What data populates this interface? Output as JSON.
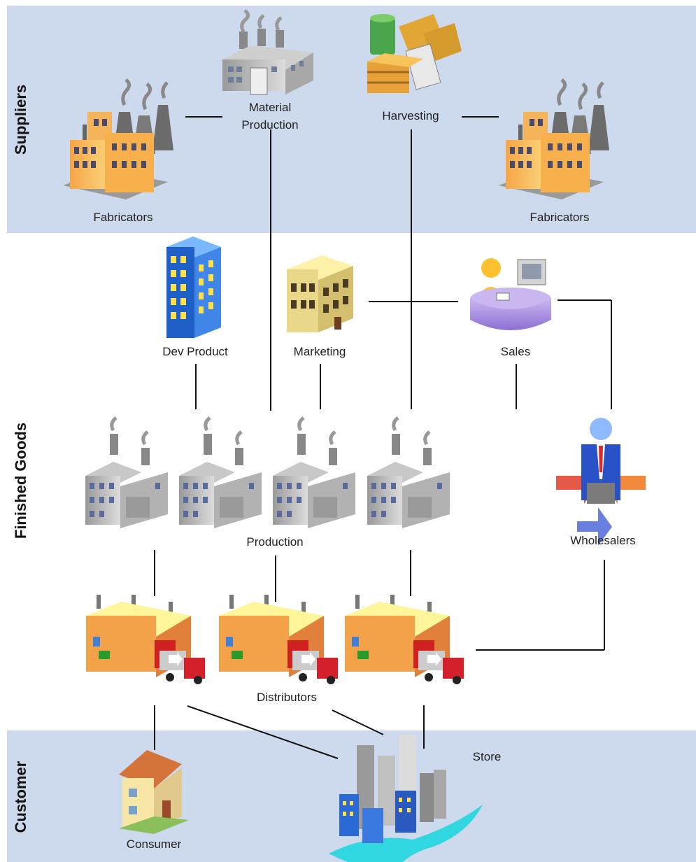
{
  "sections": {
    "suppliers": "Suppliers",
    "finished_goods": "Finished Goods",
    "customer": "Customer"
  },
  "nodes": {
    "fabricators_left": "Fabricators",
    "material_production_1": "Material",
    "material_production_2": "Production",
    "harvesting": "Harvesting",
    "fabricators_right": "Fabricators",
    "dev_product": "Dev Product",
    "marketing": "Marketing",
    "sales": "Sales",
    "production": "Production",
    "wholesalers": "Wholesalers",
    "distributors": "Distributors",
    "store": "Store",
    "consumer": "Consumer"
  },
  "icons": {
    "fabricators": "factory-complex-icon",
    "material_production": "industrial-plant-icon",
    "harvesting": "raw-materials-icon",
    "dev_product": "office-tower-icon",
    "marketing": "office-building-icon",
    "sales": "sales-desk-icon",
    "production": "factory-icon",
    "wholesalers": "wholesaler-person-icon",
    "distributors": "warehouse-truck-icon",
    "store": "city-skyline-icon",
    "consumer": "house-icon"
  },
  "colors": {
    "band": "#cdd9ec",
    "connector": "#111111"
  }
}
